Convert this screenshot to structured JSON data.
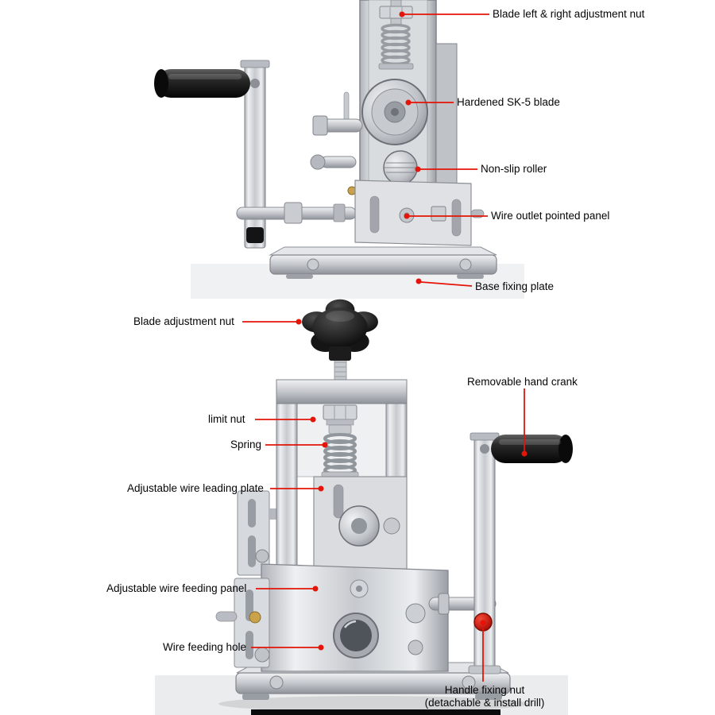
{
  "colors": {
    "leader_red": "#e41408",
    "handle_black": "#1a1a1a",
    "knob_red": "#c41a10",
    "metal_gray": "#c6c9ce",
    "brass": "#c9a24a"
  },
  "top_view": {
    "labels": [
      {
        "id": "blade-lr-adjustment-nut",
        "label": "Blade left & right adjustment nut"
      },
      {
        "id": "hardened-sk5-blade",
        "label": "Hardened SK-5 blade"
      },
      {
        "id": "non-slip-roller",
        "label": "Non-slip roller"
      },
      {
        "id": "wire-outlet-pointed-panel",
        "label": "Wire outlet pointed panel"
      },
      {
        "id": "base-fixing-plate",
        "label": "Base fixing plate"
      }
    ]
  },
  "bottom_view": {
    "labels": [
      {
        "id": "blade-adjustment-nut",
        "label": "Blade adjustment nut"
      },
      {
        "id": "removable-hand-crank",
        "label": "Removable hand crank"
      },
      {
        "id": "limit-nut",
        "label": "limit nut"
      },
      {
        "id": "spring",
        "label": "Spring"
      },
      {
        "id": "adjustable-wire-leading-plate",
        "label": "Adjustable wire leading plate"
      },
      {
        "id": "adjustable-wire-feeding-panel",
        "label": "Adjustable wire feeding panel"
      },
      {
        "id": "wire-feeding-hole",
        "label": "Wire feeding hole"
      },
      {
        "id": "handle-fixing-nut",
        "label": "Handle fixing nut",
        "sub": "(detachable & install drill)"
      }
    ]
  }
}
